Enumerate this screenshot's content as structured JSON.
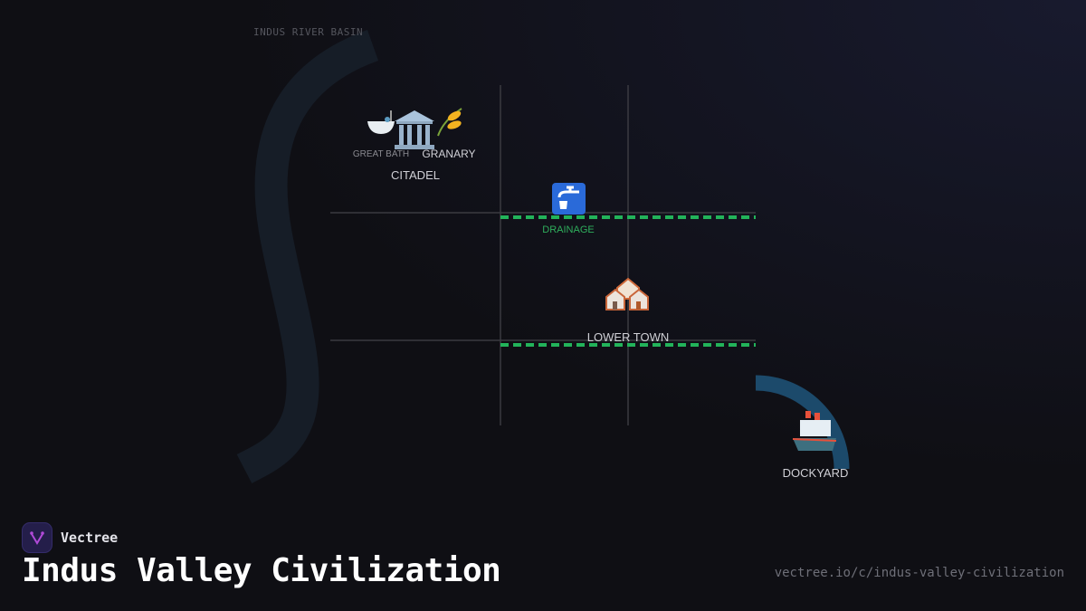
{
  "map": {
    "region_label": "INDUS RIVER BASIN",
    "places": {
      "great_bath": "GREAT BATH",
      "granary": "GRANARY",
      "citadel": "CITADEL",
      "drainage": "DRAINAGE",
      "lower_town": "LOWER TOWN",
      "dockyard": "DOCKYARD"
    },
    "icons": [
      "bathtub-icon",
      "classical-building-icon",
      "wheat-icon",
      "water-tap-icon",
      "houses-icon",
      "ship-icon"
    ],
    "colors": {
      "river": "#161d27",
      "drain": "#22b35a",
      "dock": "#1c4a6b",
      "grid": "#3a3a40",
      "drainage_label": "#2fae5c"
    }
  },
  "footer": {
    "brand": "Vectree",
    "title": "Indus Valley Civilization",
    "url": "vectree.io/c/indus-valley-civilization"
  }
}
